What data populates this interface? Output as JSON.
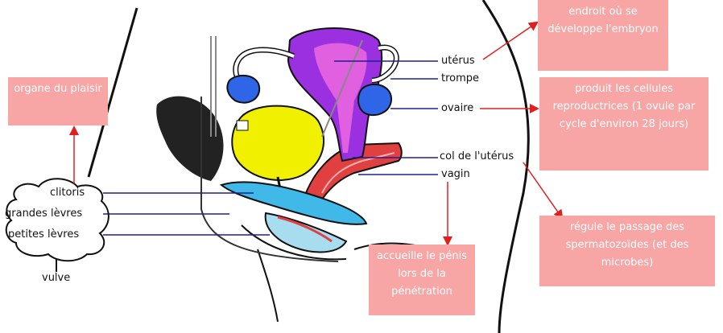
{
  "labels": {
    "uterus": "utérus",
    "trompe": "trompe",
    "ovaire": "ovaire",
    "col": "col de l'utérus",
    "vagin": "vagin",
    "clitoris": "clitoris",
    "grandes_levres": "grandes lèvres",
    "petites_levres": "petites lèvres",
    "vulve": "vulve"
  },
  "notes": {
    "embryon": "endroit où se développe l'embryon",
    "plaisir": "organe du plaisir",
    "cellules": "produit les cellules reproductrices (1 ovule par cycle d'environ 28 jours)",
    "passage": "régule le passage des spermatozoïdes (et des microbes)",
    "penis": "accueille le pénis lors de la pénétration"
  },
  "colors": {
    "note_box": "#f7a5a5",
    "arrow": "#e02020",
    "pointer": "#1f1f8f",
    "uterus": "#9b30e0",
    "uterus_inner": "#e060e0",
    "bladder": "#f0f000",
    "ovary": "#2f66e8",
    "vagina": "#e04040",
    "vulva": "#40b8e8"
  }
}
